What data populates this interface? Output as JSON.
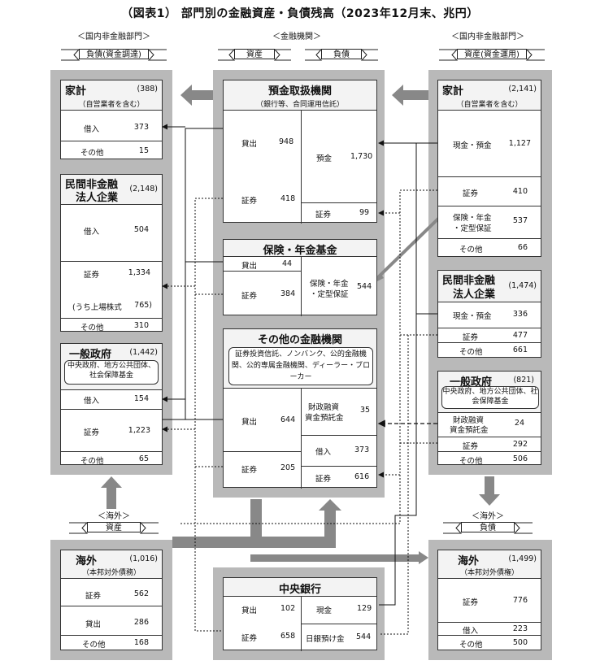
{
  "title": "（図表1） 部門別の金融資産・負債残高（2023年12月末、兆円）",
  "sections": {
    "left": "＜国内非金融部門＞",
    "center": "＜金融機関＞",
    "right": "＜国内非金融部門＞",
    "overseas_left": "＜海外＞",
    "overseas_right": "＜海外＞"
  },
  "ribbons": {
    "left": "負債(資金調達)",
    "center_assets": "資産",
    "center_liab": "負債",
    "right": "資産(資金運用)",
    "overseas_left": "資産",
    "overseas_right": "負債"
  },
  "left_household": {
    "name": "家計",
    "total": "(388)",
    "sub": "（自営業者を含む）",
    "rows": [
      {
        "label": "借入",
        "value": "373"
      },
      {
        "label": "その他",
        "value": "15"
      }
    ]
  },
  "left_corp": {
    "name1": "民間非金融",
    "name2": "法人企業",
    "total": "(2,148)",
    "rows": [
      {
        "label": "借入",
        "value": "504"
      },
      {
        "label": "証券",
        "value": "1,334"
      },
      {
        "label": "(うち上場株式",
        "value": "765)"
      },
      {
        "label": "その他",
        "value": "310"
      }
    ]
  },
  "left_gov": {
    "name": "一般政府",
    "total": "(1,442)",
    "sub": "中央政府、地方公共団体、社会保障基金",
    "rows": [
      {
        "label": "借入",
        "value": "154"
      },
      {
        "label": "証券",
        "value": "1,223"
      },
      {
        "label": "その他",
        "value": "65"
      }
    ]
  },
  "deposit_inst": {
    "name": "預金取扱機関",
    "sub": "（銀行等、合同運用信託）",
    "assets": [
      {
        "label": "貸出",
        "value": "948"
      },
      {
        "label": "証券",
        "value": "418"
      }
    ],
    "liabs": [
      {
        "label": "預金",
        "value": "1,730"
      },
      {
        "label": "証券",
        "value": "99"
      }
    ]
  },
  "insurance": {
    "name": "保険・年金基金",
    "assets": [
      {
        "label": "貸出",
        "value": "44"
      },
      {
        "label": "証券",
        "value": "384"
      }
    ],
    "liabs": [
      {
        "label": "保険・年金",
        "label2": "・定型保証",
        "value": "544"
      }
    ]
  },
  "other_fin": {
    "name": "その他の金融機関",
    "sub": "証券投資信託、ノンバンク、公的金融機関、公的専属金融機関、ディーラー・ブローカー",
    "assets": [
      {
        "label": "貸出",
        "value": "644"
      },
      {
        "label": "証券",
        "value": "205"
      }
    ],
    "liabs": [
      {
        "label": "財政融資",
        "label2": "資金預託金",
        "value": "35"
      },
      {
        "label": "借入",
        "value": "373"
      },
      {
        "label": "証券",
        "value": "616"
      }
    ]
  },
  "right_household": {
    "name": "家計",
    "total": "(2,141)",
    "sub": "（自営業者を含む）",
    "rows": [
      {
        "label": "現金・預金",
        "value": "1,127"
      },
      {
        "label": "証券",
        "value": "410"
      },
      {
        "label": "保険・年金",
        "label2": "・定型保証",
        "value": "537"
      },
      {
        "label": "その他",
        "value": "66"
      }
    ]
  },
  "right_corp": {
    "name1": "民間非金融",
    "name2": "法人企業",
    "total": "(1,474)",
    "rows": [
      {
        "label": "現金・預金",
        "value": "336"
      },
      {
        "label": "証券",
        "value": "477"
      },
      {
        "label": "その他",
        "value": "661"
      }
    ]
  },
  "right_gov": {
    "name": "一般政府",
    "total": "(821)",
    "sub": "中央政府、地方公共団体、社会保障基金",
    "rows": [
      {
        "label": "財政融資",
        "label2": "資金預託金",
        "value": "24"
      },
      {
        "label": "証券",
        "value": "292"
      },
      {
        "label": "その他",
        "value": "506"
      }
    ]
  },
  "overseas_assets": {
    "name": "海外",
    "total": "(1,016)",
    "sub": "（本邦対外債務）",
    "rows": [
      {
        "label": "証券",
        "value": "562"
      },
      {
        "label": "貸出",
        "value": "286"
      },
      {
        "label": "その他",
        "value": "168"
      }
    ]
  },
  "central_bank": {
    "name": "中央銀行",
    "assets": [
      {
        "label": "貸出",
        "value": "102"
      },
      {
        "label": "証券",
        "value": "658"
      }
    ],
    "liabs": [
      {
        "label": "現金",
        "value": "129"
      },
      {
        "label": "日銀預け金",
        "value": "544"
      }
    ]
  },
  "overseas_liabs": {
    "name": "海外",
    "total": "(1,499)",
    "sub": "（本邦対外債権）",
    "rows": [
      {
        "label": "証券",
        "value": "776"
      },
      {
        "label": "借入",
        "value": "223"
      },
      {
        "label": "その他",
        "value": "500"
      }
    ]
  }
}
